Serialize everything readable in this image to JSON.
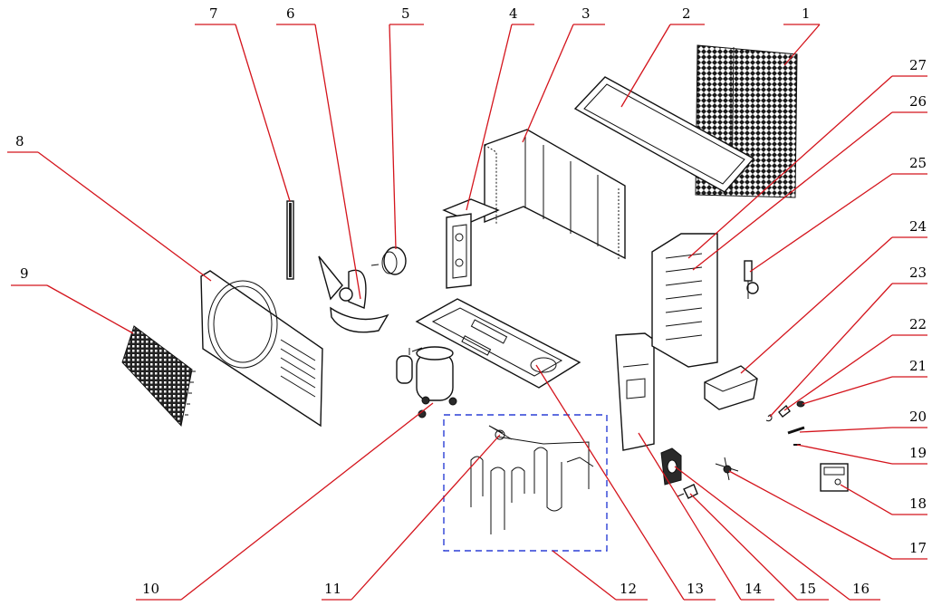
{
  "diagram": {
    "callouts": [
      {
        "id": 1,
        "label": "1"
      },
      {
        "id": 2,
        "label": "2"
      },
      {
        "id": 3,
        "label": "3"
      },
      {
        "id": 4,
        "label": "4"
      },
      {
        "id": 5,
        "label": "5"
      },
      {
        "id": 6,
        "label": "6"
      },
      {
        "id": 7,
        "label": "7"
      },
      {
        "id": 8,
        "label": "8"
      },
      {
        "id": 9,
        "label": "9"
      },
      {
        "id": 10,
        "label": "10"
      },
      {
        "id": 11,
        "label": "11"
      },
      {
        "id": 12,
        "label": "12"
      },
      {
        "id": 13,
        "label": "13"
      },
      {
        "id": 14,
        "label": "14"
      },
      {
        "id": 15,
        "label": "15"
      },
      {
        "id": 16,
        "label": "16"
      },
      {
        "id": 17,
        "label": "17"
      },
      {
        "id": 18,
        "label": "18"
      },
      {
        "id": 19,
        "label": "19"
      },
      {
        "id": 20,
        "label": "20"
      },
      {
        "id": 21,
        "label": "21"
      },
      {
        "id": 22,
        "label": "22"
      },
      {
        "id": 23,
        "label": "23"
      },
      {
        "id": 24,
        "label": "24"
      },
      {
        "id": 25,
        "label": "25"
      },
      {
        "id": 26,
        "label": "26"
      },
      {
        "id": 27,
        "label": "27"
      }
    ],
    "colors": {
      "leader_line": "#d4141c",
      "part_outline": "#111111",
      "group_box": "#2b3fd6",
      "background": "#ffffff"
    }
  }
}
